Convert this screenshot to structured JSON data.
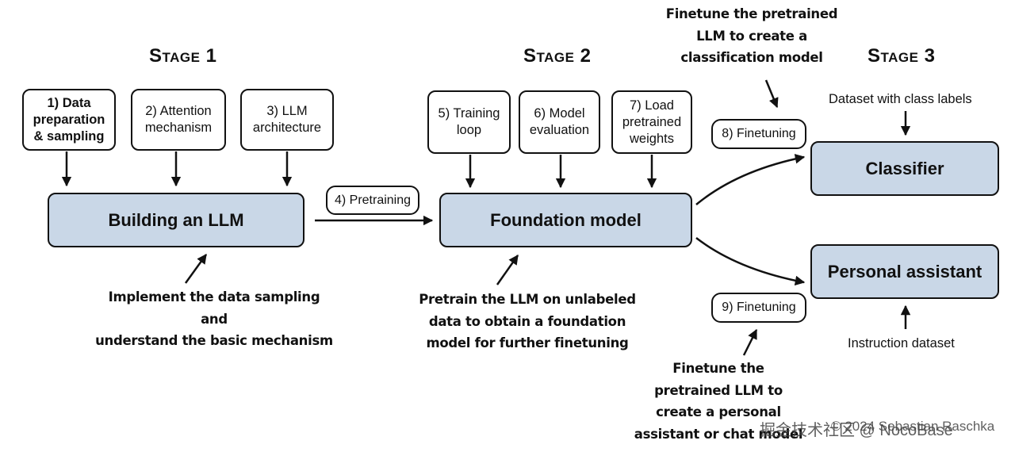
{
  "stages": [
    "Stage 1",
    "Stage 2",
    "Stage 3"
  ],
  "inputs": {
    "data_prep": "1) Data\npreparation\n& sampling",
    "attention": "2) Attention\nmechanism",
    "architecture": "3) LLM\narchitecture",
    "training_loop": "5) Training\nloop",
    "model_eval": "6) Model\nevaluation",
    "load_weights": "7) Load\npretrained\nweights"
  },
  "steps": {
    "pretraining": "4) Pretraining",
    "finetuning_8": "8) Finetuning",
    "finetuning_9": "9) Finetuning"
  },
  "main_boxes": {
    "building": "Building an LLM",
    "foundation": "Foundation model",
    "classifier": "Classifier",
    "assistant": "Personal assistant"
  },
  "notes": {
    "stage1": "Implement the data sampling and\nunderstand the basic mechanism",
    "stage2": "Pretrain the LLM on unlabeled\ndata to obtain a foundation\nmodel for further finetuning",
    "classification": "Finetune the pretrained\nLLM to create a\nclassification model",
    "assistant": "Finetune the\npretrained LLM to\ncreate a personal\nassistant or chat model"
  },
  "labels": {
    "class_dataset": "Dataset with class labels",
    "instruction_dataset": "Instruction dataset"
  },
  "watermark": "掘金技术社区 @ NocoBase",
  "copyright": "© 2024 Sebastian Raschka"
}
